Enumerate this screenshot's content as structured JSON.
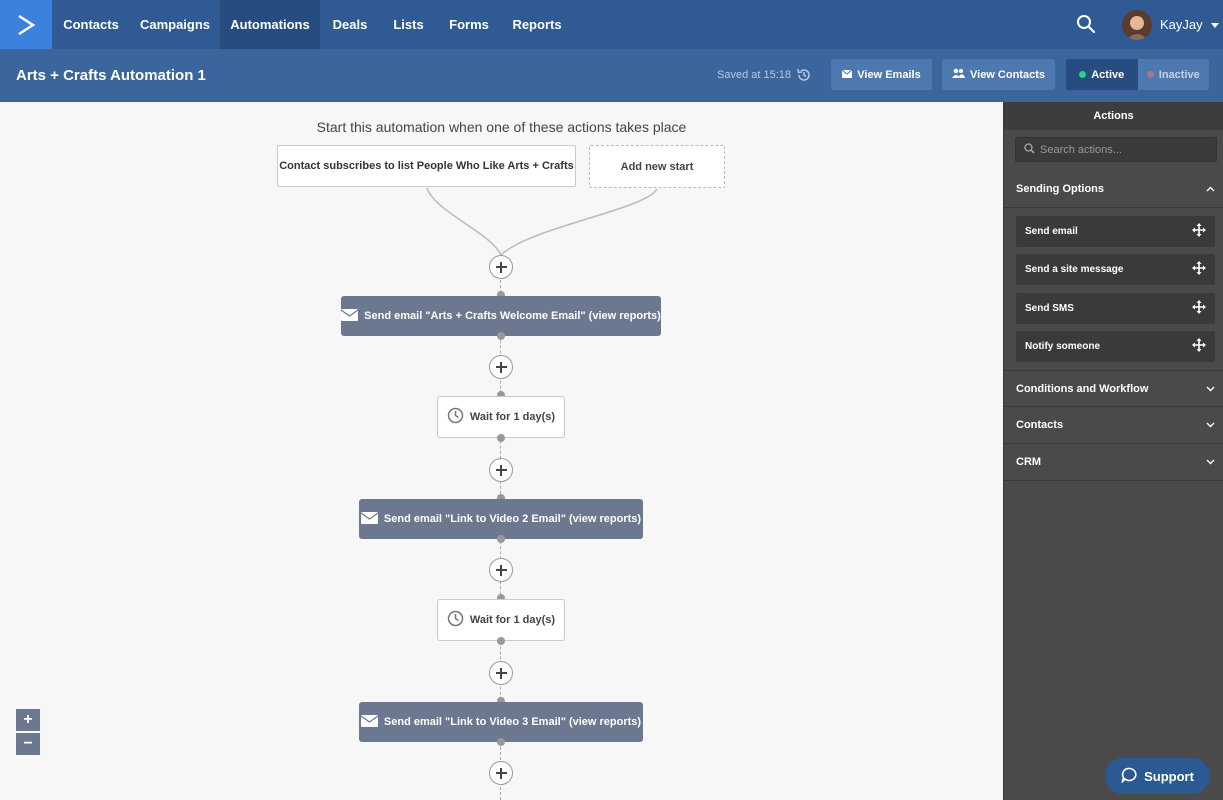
{
  "nav": {
    "items": [
      {
        "label": "Contacts"
      },
      {
        "label": "Campaigns"
      },
      {
        "label": "Automations",
        "active": true
      },
      {
        "label": "Deals"
      },
      {
        "label": "Lists"
      },
      {
        "label": "Forms"
      },
      {
        "label": "Reports"
      }
    ],
    "username": "KayJay"
  },
  "titlebar": {
    "title": "Arts + Crafts Automation 1",
    "saved": "Saved at 15:18",
    "view_emails": "View Emails",
    "view_contacts": "View Contacts",
    "active": "Active",
    "inactive": "Inactive"
  },
  "canvas": {
    "start_text": "Start this automation when one of these actions takes place",
    "trigger": "Contact subscribes to list People Who Like Arts + Crafts",
    "add_start": "Add new start",
    "steps": [
      {
        "type": "email",
        "label": "Send email \"Arts + Crafts Welcome Email\" (view reports)"
      },
      {
        "type": "wait",
        "label": "Wait for 1 day(s)"
      },
      {
        "type": "email",
        "label": "Send email \"Link to Video 2 Email\" (view reports)"
      },
      {
        "type": "wait",
        "label": "Wait for 1 day(s)"
      },
      {
        "type": "email",
        "label": "Send email \"Link to Video 3 Email\" (view reports)"
      }
    ],
    "zoom_in": "+",
    "zoom_out": "−"
  },
  "panel": {
    "title": "Actions",
    "search_placeholder": "Search actions...",
    "sections": [
      {
        "label": "Sending Options",
        "expanded": true,
        "items": [
          "Send email",
          "Send a site message",
          "Send SMS",
          "Notify someone"
        ]
      },
      {
        "label": "Conditions and Workflow",
        "expanded": false
      },
      {
        "label": "Contacts",
        "expanded": false
      },
      {
        "label": "CRM",
        "expanded": false
      }
    ]
  },
  "support": {
    "label": "Support"
  },
  "colors": {
    "nav_bg": "#2f5a93",
    "titlebar_bg": "#3a659d",
    "accent": "#3b82dc",
    "email_node": "#6b7890",
    "active_dot": "#2ecc8f",
    "inactive_dot": "#e07a7a",
    "panel_bg": "#4a4a4a"
  }
}
